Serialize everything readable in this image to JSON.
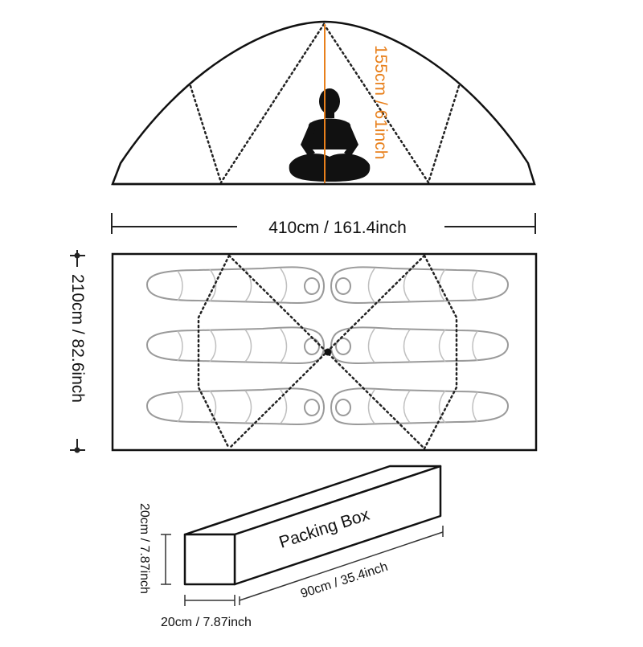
{
  "tent": {
    "height_label": "155cm / 61inch",
    "length_label": "410cm / 161.4inch",
    "width_label": "210cm / 82.6inch",
    "sleeping_bags": {
      "per_side_rows": 3,
      "total": 6
    }
  },
  "packing_box": {
    "label": "Packing Box",
    "height_label": "20cm / 7.87inch",
    "width_label": "20cm / 7.87inch",
    "length_label": "90cm / 35.4inch"
  },
  "colors": {
    "line": "#111111",
    "height_accent": "#e8801c",
    "bag_outline": "#9a9a9a"
  },
  "icons": [
    "seated-person-icon",
    "sleeping-bag-icon"
  ]
}
